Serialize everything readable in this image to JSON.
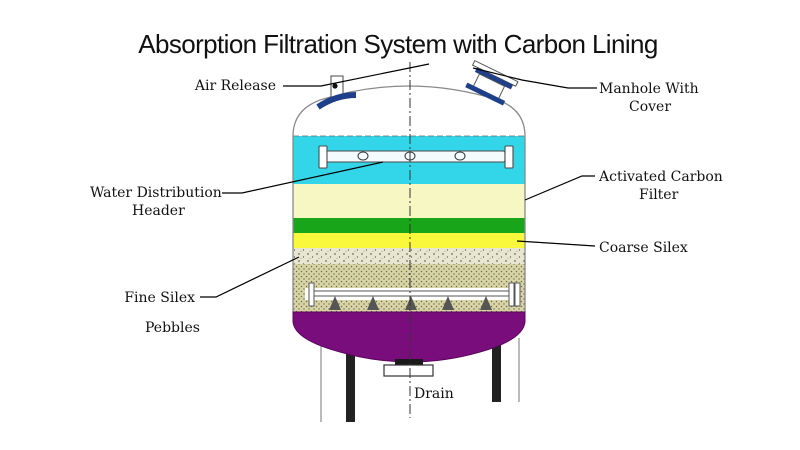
{
  "title": "Absorption Filtration System with Carbon Lining",
  "labels": {
    "air_release": "Air Release",
    "manhole_line1": "Manhole With",
    "manhole_line2": "Cover",
    "activated_line1": "Activated Carbon",
    "activated_line2": "Filter",
    "water_dist_line1": "Water Distribution",
    "water_dist_line2": "Header",
    "coarse_silex": "Coarse Silex",
    "fine_silex": "Fine Silex",
    "pebbles": "Pebbles",
    "drain": "Drain"
  },
  "colors": {
    "water_layer": "#33d6e8",
    "activated_carbon": "#f6f7c3",
    "green_band": "#18a519",
    "coarse_silex": "#f9f83d",
    "fine_silex": "#e8e6ce",
    "pebbles": "#d8d4a8",
    "bottom_dome": "#7a0d7c",
    "fittings": "#1e3f8a"
  }
}
